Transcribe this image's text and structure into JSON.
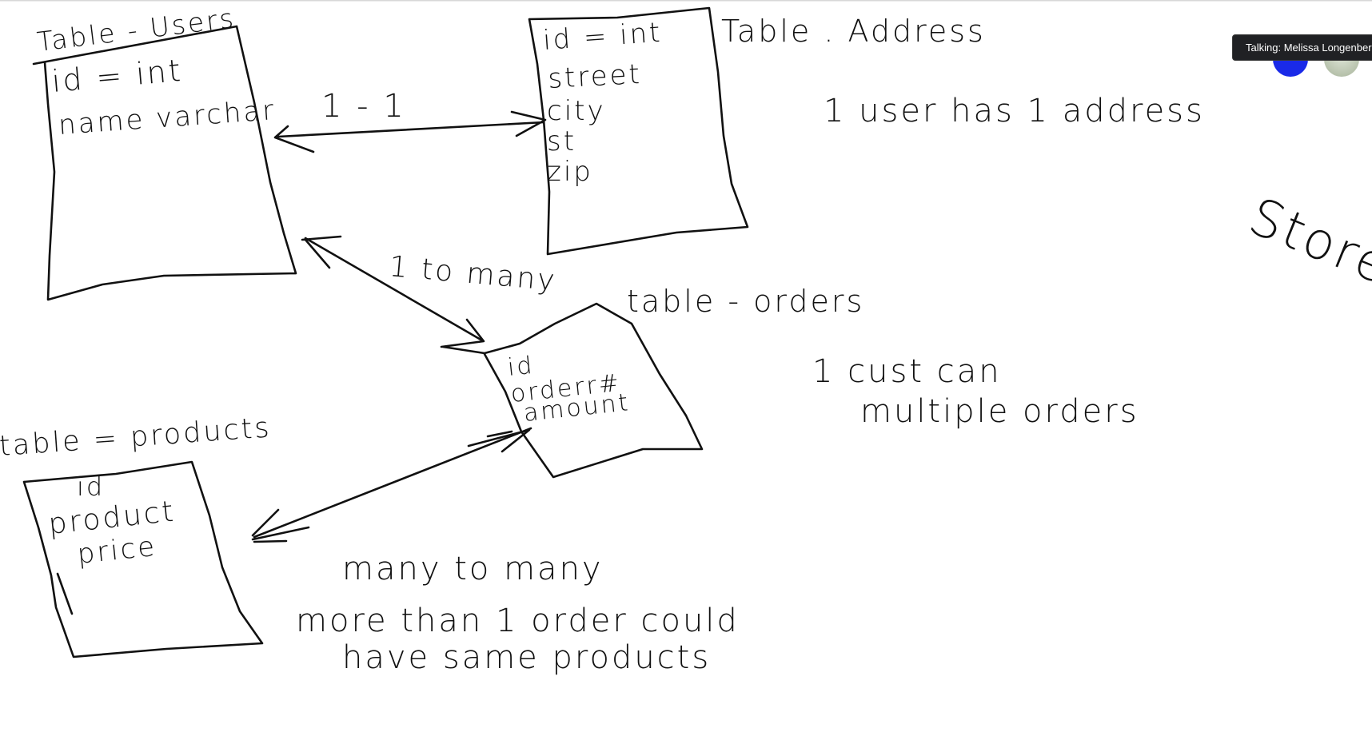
{
  "whiteboard": {
    "users_table": {
      "title": "Table - Users",
      "fields": [
        "id = int",
        "name varchar"
      ]
    },
    "address_table": {
      "title": "Table . Address",
      "fields": [
        "id = int",
        "street",
        "city",
        "st",
        "zip"
      ]
    },
    "orders_table": {
      "title": "table - orders",
      "fields": [
        "id",
        "orderr#",
        "amount"
      ]
    },
    "products_table": {
      "title": "table = products",
      "fields": [
        "id",
        "product",
        "price"
      ]
    },
    "relationships": {
      "one_to_one": "1 - 1",
      "one_to_many": "1 to many",
      "many_to_many": "many to many"
    },
    "notes": {
      "user_address": "1 user has 1 address",
      "cust_orders_line1": "1 cust can",
      "cust_orders_line2": "multiple orders",
      "order_products_line1": "more than 1 order could",
      "order_products_line2": "have same products",
      "store": "Store"
    }
  },
  "meeting": {
    "talking_indicator": "Talking: Melissa Longenberger",
    "avatar_colors": [
      "#1a2ae8",
      "#b7c2aa"
    ]
  }
}
